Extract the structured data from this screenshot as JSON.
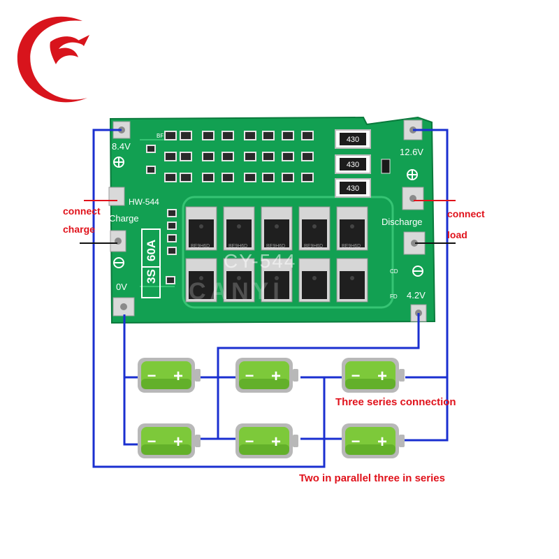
{
  "logo": {
    "name": "brand-logo",
    "colors": {
      "red": "#d8141c"
    }
  },
  "board": {
    "model": "HW-544",
    "rating_series": "3S",
    "rating_current": "60A",
    "watermark_model": "CY-544",
    "watermark_brand": "CANYI",
    "terminals": {
      "t84": "8.4V",
      "t126": "12.6V",
      "t42": "4.2V",
      "t0": "0V"
    },
    "port_labels": {
      "charge": "Charge",
      "discharge": "Discharge"
    },
    "resistors": [
      "430",
      "430",
      "430"
    ],
    "mosfet_codes": [
      "BE9H6D",
      "BE9H6D",
      "BE9H6D",
      "BE9H6D",
      "BE9H6D"
    ],
    "small_marks": {
      "cd": "CD",
      "fd": "FD",
      "bf": "BF"
    },
    "colors": {
      "pcb": "#12a052",
      "pcb_edge": "#0a7a3c",
      "silk": "#ffffff",
      "pad": "#d9d9d9"
    }
  },
  "annotations": {
    "connect_charge_1": "connect",
    "connect_charge_2": "charge",
    "connect_load_1": "connect",
    "connect_load_2": "load",
    "three_series": "Three series connection",
    "parallel_series": "Two in parallel three in series"
  },
  "battery": {
    "minus": "−",
    "plus": "+",
    "colors": {
      "cell": "#7dc93a",
      "cell_dark": "#4f9a1e",
      "cap": "#b8b8b8"
    }
  },
  "wire_colors": {
    "blue": "#1a2fd0",
    "red": "#e0121b",
    "black": "#111111"
  }
}
